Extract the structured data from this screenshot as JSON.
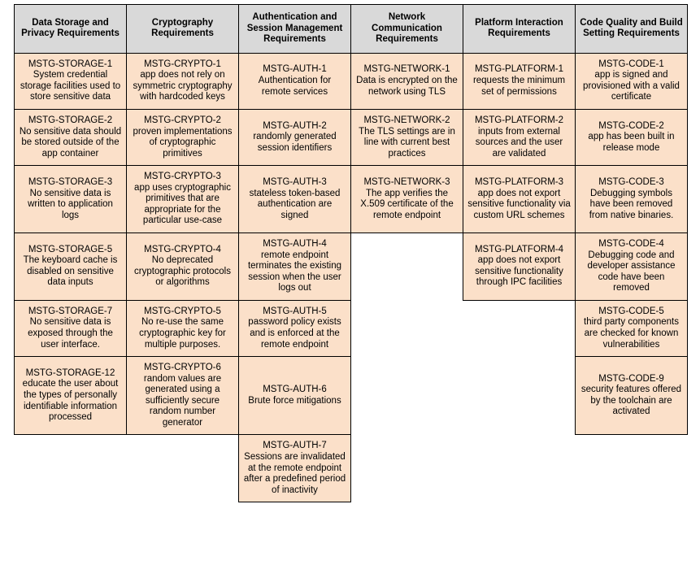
{
  "table": {
    "columns": [
      {
        "header": "Data Storage and Privacy Requirements"
      },
      {
        "header": "Cryptography Requirements"
      },
      {
        "header": "Authentication and Session Management Requirements"
      },
      {
        "header": "Network Communication Requirements"
      },
      {
        "header": "Platform Interaction Requirements"
      },
      {
        "header": "Code Quality and Build Setting Requirements"
      }
    ],
    "colors": {
      "header_background": "#d9d9d9",
      "cell_background": "#fbe0c9",
      "border": "#000000",
      "text": "#000000",
      "page_background": "#ffffff"
    },
    "rows": [
      [
        {
          "id": "MSTG-STORAGE-1",
          "text": "System credential storage facilities used to store sensitive data"
        },
        {
          "id": "MSTG-CRYPTO-1",
          "text": "app does not rely on symmetric cryptography with hardcoded keys"
        },
        {
          "id": "MSTG-AUTH-1",
          "text": "Authentication for remote services"
        },
        {
          "id": "MSTG-NETWORK-1",
          "text": "Data is encrypted on the network using TLS"
        },
        {
          "id": "MSTG-PLATFORM-1",
          "text": "requests the minimum set of permissions"
        },
        {
          "id": "MSTG-CODE-1",
          "text": "app is signed and provisioned with a valid certificate"
        }
      ],
      [
        {
          "id": "MSTG-STORAGE-2",
          "text": "No sensitive data should be stored outside of the app container"
        },
        {
          "id": "MSTG-CRYPTO-2",
          "text": "proven implementations of cryptographic primitives"
        },
        {
          "id": "MSTG-AUTH-2",
          "text": "randomly generated session identifiers"
        },
        {
          "id": "MSTG-NETWORK-2",
          "text": "The TLS settings are in line with current best practices"
        },
        {
          "id": "MSTG-PLATFORM-2",
          "text": "inputs from external sources and the user are validated"
        },
        {
          "id": "MSTG-CODE-2",
          "text": "app has been built in release mode"
        }
      ],
      [
        {
          "id": "MSTG-STORAGE-3",
          "text": "No sensitive data is written to application logs"
        },
        {
          "id": "MSTG-CRYPTO-3",
          "text": "app uses cryptographic primitives that are appropriate for the particular use-case"
        },
        {
          "id": "MSTG-AUTH-3",
          "text": "stateless token-based authentication are signed"
        },
        {
          "id": "MSTG-NETWORK-3",
          "text": "The app verifies the X.509 certificate of the remote endpoint"
        },
        {
          "id": "MSTG-PLATFORM-3",
          "text": "app does not export sensitive functionality via custom URL schemes"
        },
        {
          "id": "MSTG-CODE-3",
          "text": "Debugging symbols have been removed from native binaries."
        }
      ],
      [
        {
          "id": "MSTG-STORAGE-5",
          "text": "The keyboard cache is disabled on sensitive data inputs"
        },
        {
          "id": "MSTG-CRYPTO-4",
          "text": "No deprecated cryptographic protocols or algorithms"
        },
        {
          "id": "MSTG-AUTH-4",
          "text": "remote endpoint terminates the existing session when the user logs out"
        },
        {
          "id": null,
          "text": null
        },
        {
          "id": "MSTG-PLATFORM-4",
          "text": "app does not export sensitive functionality through IPC facilities"
        },
        {
          "id": "MSTG-CODE-4",
          "text": "Debugging code and developer assistance code have been removed"
        }
      ],
      [
        {
          "id": "MSTG-STORAGE-7",
          "text": "No sensitive data is exposed through the user interface."
        },
        {
          "id": "MSTG-CRYPTO-5",
          "text": "No re-use the same cryptographic key for multiple purposes."
        },
        {
          "id": "MSTG-AUTH-5",
          "text": "password policy exists and is enforced at the remote endpoint"
        },
        {
          "id": null,
          "text": null
        },
        {
          "id": null,
          "text": null
        },
        {
          "id": "MSTG-CODE-5",
          "text": "third party components are checked for known vulnerabilities"
        }
      ],
      [
        {
          "id": "MSTG-STORAGE-12",
          "text": "educate the user about the types of personally identifiable information processed"
        },
        {
          "id": "MSTG-CRYPTO-6",
          "text": "random values are generated using a sufficiently secure random number generator"
        },
        {
          "id": "MSTG-AUTH-6",
          "text": "Brute force mitigations"
        },
        {
          "id": null,
          "text": null
        },
        {
          "id": null,
          "text": null
        },
        {
          "id": "MSTG-CODE-9",
          "text": "security features offered by the toolchain are activated"
        }
      ],
      [
        {
          "id": null,
          "text": null
        },
        {
          "id": null,
          "text": null
        },
        {
          "id": "MSTG-AUTH-7",
          "text": "Sessions are invalidated at the remote endpoint after a predefined period of inactivity"
        },
        {
          "id": null,
          "text": null
        },
        {
          "id": null,
          "text": null
        },
        {
          "id": null,
          "text": null
        }
      ]
    ]
  }
}
